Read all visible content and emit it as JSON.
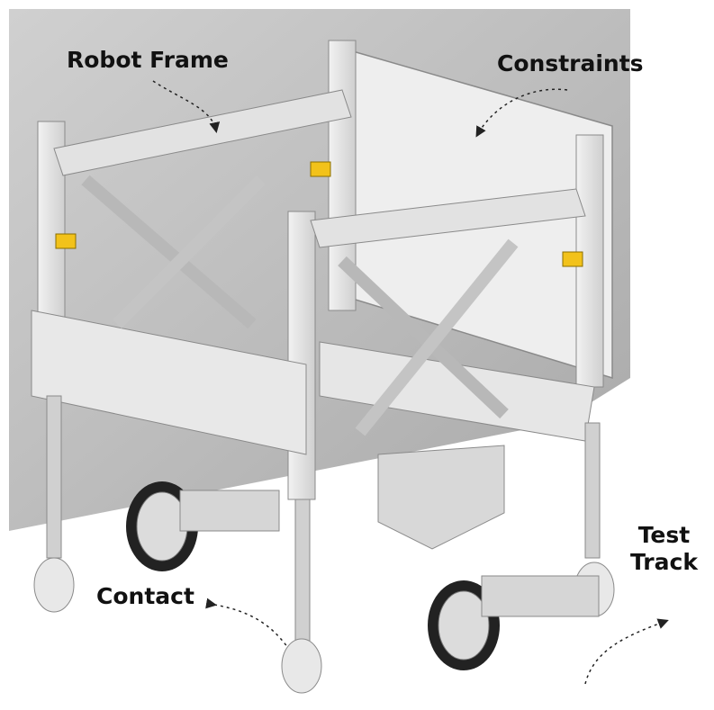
{
  "labels": {
    "robot_frame": "Robot Frame",
    "constraints": "Constraints",
    "contact": "Contact",
    "test_track_line1": "Test",
    "test_track_line2": "Track"
  },
  "colors": {
    "background_wall": "#b5b5b5",
    "frame_metal": "#e4e4e4",
    "frame_edge": "#8a8a8a",
    "constraint_block": "#f2c21a",
    "wheel_tire": "#222222",
    "annotation_text": "#111111"
  },
  "icons": [
    "robot-frame-assembly",
    "dotted-arrow-pointer"
  ]
}
